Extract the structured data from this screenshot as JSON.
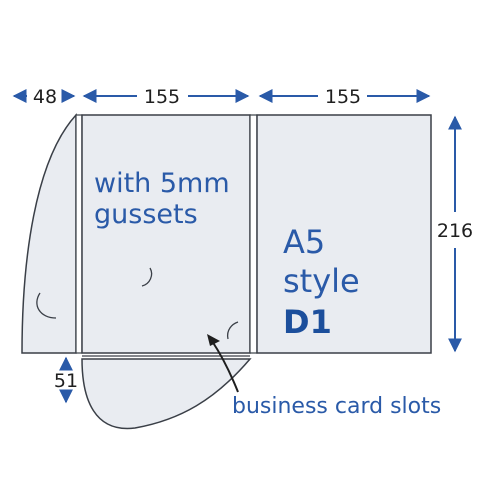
{
  "dimensions": {
    "flap_width": "48",
    "panel_left_width": "155",
    "panel_right_width": "155",
    "height": "216",
    "pocket_depth": "51"
  },
  "labels": {
    "gusset_line1": "with 5mm",
    "gusset_line2": "gussets",
    "product_line1": "A5",
    "product_line2": "style",
    "product_code": "D1",
    "card_slots": "business card slots"
  },
  "colors": {
    "panel_fill": "#e9ecf1",
    "panel_stroke": "#3a3f47",
    "arrow": "#2a5aa8",
    "label_blue": "#2a5aa8",
    "code_blue": "#1c4f9c"
  }
}
